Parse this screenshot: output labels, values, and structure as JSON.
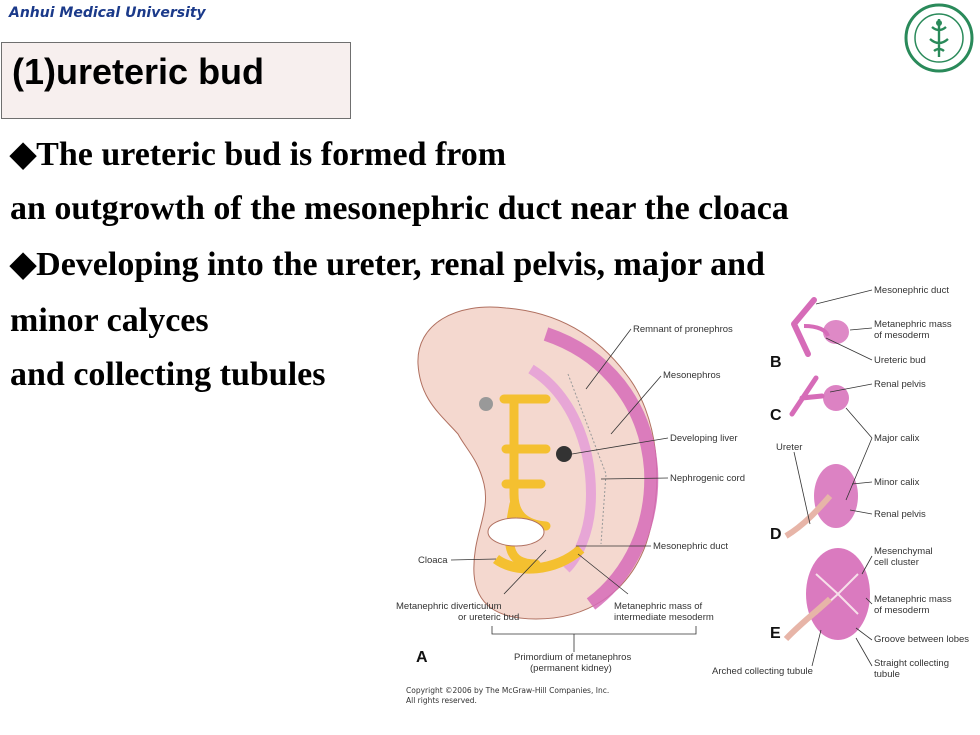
{
  "header": {
    "university": "Anhui Medical University"
  },
  "slide": {
    "title": "(1)ureteric bud",
    "bullet1_line1": "◆The ureteric bud is formed from",
    "bullet1_line2": "an outgrowth of the mesonephric duct near the cloaca",
    "bullet2_line1": "◆Developing into the ureter, renal pelvis, major and",
    "bullet2_line2": "minor calyces",
    "bullet2_line3": "and collecting tubules"
  },
  "figure": {
    "panel_a": "A",
    "panel_b": "B",
    "panel_c": "C",
    "panel_d": "D",
    "panel_e": "E",
    "remnant_pronephros": "Remnant of pronephros",
    "mesonephros": "Mesonephros",
    "developing_liver": "Developing liver",
    "nephrogenic_cord": "Nephrogenic cord",
    "mesonephric_duct_a": "Mesonephric duct",
    "cloaca": "Cloaca",
    "metanephric_diverticulum_1": "Metanephric diverticulum",
    "metanephric_diverticulum_2": "or ureteric bud",
    "metanephric_mass_int_1": "Metanephric mass of",
    "metanephric_mass_int_2": "intermediate mesoderm",
    "primordium_1": "Primordium of metanephros",
    "primordium_2": "(permanent kidney)",
    "mesonephric_duct_b": "Mesonephric duct",
    "metanephric_mass_b_1": "Metanephric mass",
    "metanephric_mass_b_2": "of mesoderm",
    "ureteric_bud_b": "Ureteric bud",
    "renal_pelvis_c": "Renal pelvis",
    "ureter": "Ureter",
    "major_calix": "Major calix",
    "minor_calix": "Minor calix",
    "renal_pelvis_d": "Renal pelvis",
    "mesenchymal_1": "Mesenchymal",
    "mesenchymal_2": "cell cluster",
    "metanephric_mass_e_1": "Metanephric mass",
    "metanephric_mass_e_2": "of mesoderm",
    "groove": "Groove between lobes",
    "arched_tubule": "Arched collecting tubule",
    "straight_tubule_1": "Straight collecting",
    "straight_tubule_2": "tubule",
    "copyright_1": "Copyright ©2006 by The McGraw-Hill Companies, Inc.",
    "copyright_2": "All rights reserved."
  },
  "colors": {
    "embryo": "#f4d8cf",
    "mesoderm": "#d66cb8",
    "gut": "#f4c030",
    "header_text": "#1b3a8a",
    "seal": "#2a8a5a"
  }
}
